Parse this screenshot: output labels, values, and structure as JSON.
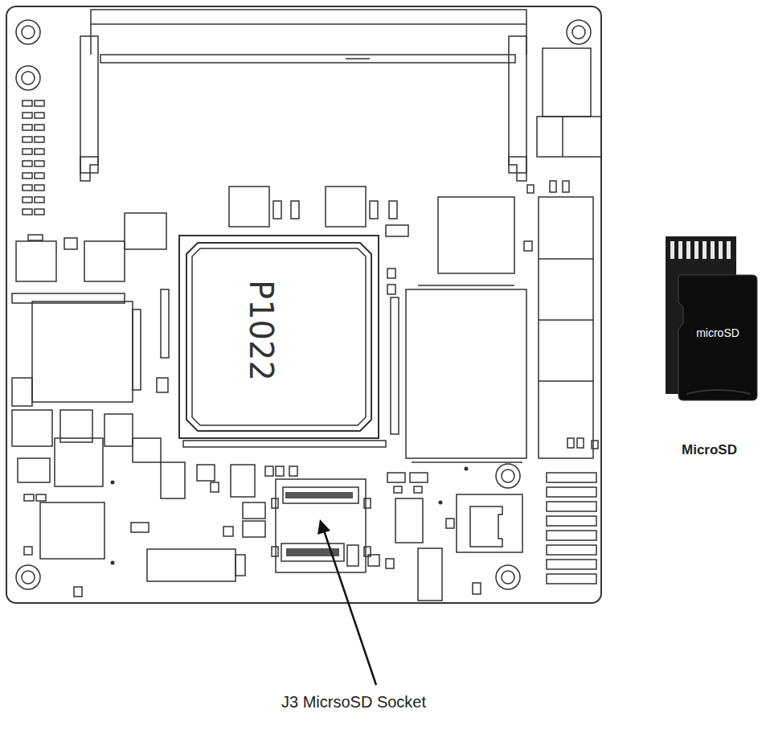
{
  "diagram": {
    "nodes": [
      {
        "text": [
          "P1022"
        ]
      },
      {
        "text": [
          "microSD"
        ]
      }
    ],
    "labels": [
      "J3 MicrsoSD Socket",
      "MicroSD"
    ]
  }
}
